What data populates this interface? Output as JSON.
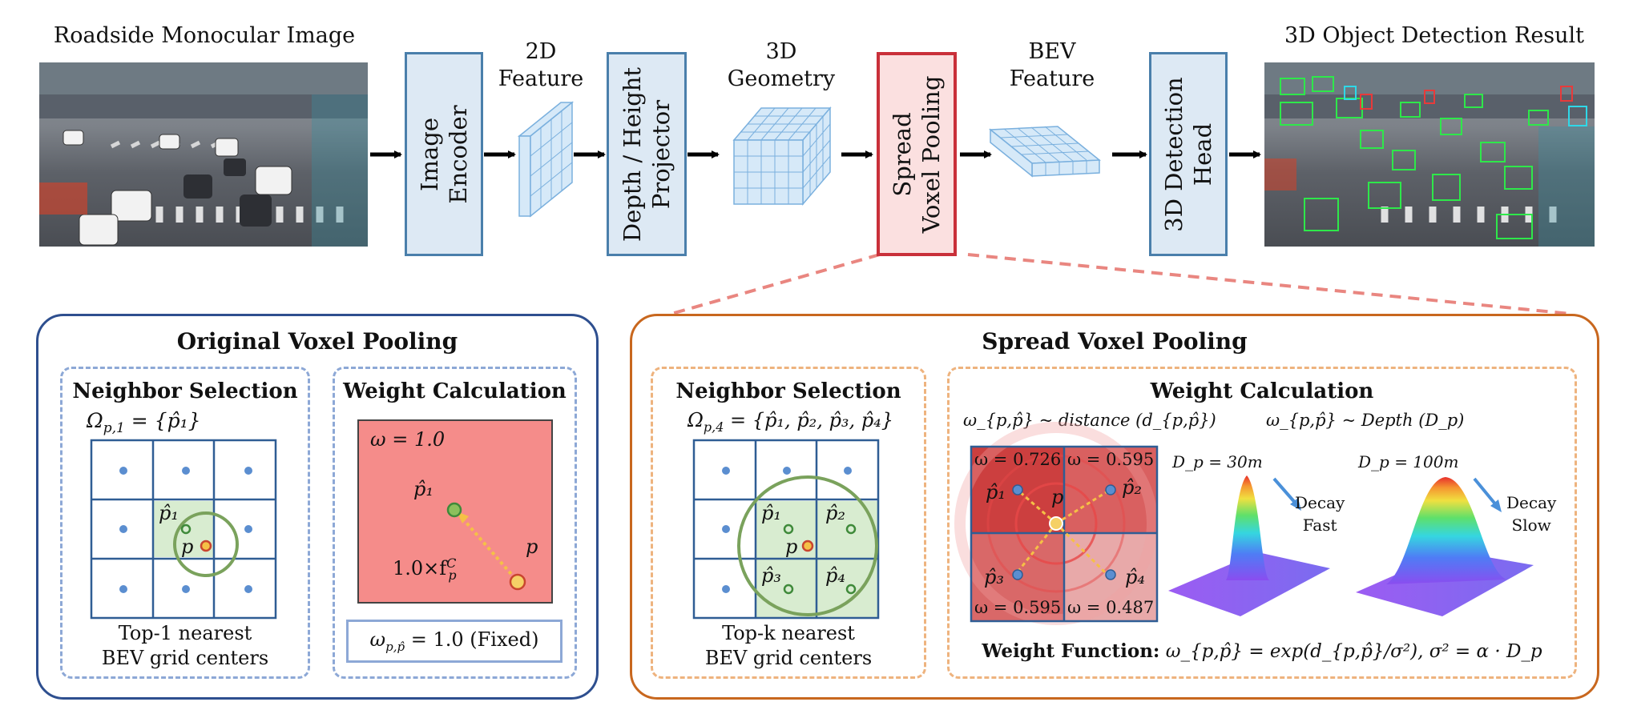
{
  "pipeline": {
    "input_title": "Roadside Monocular Image",
    "output_title": "3D Object Detection Result",
    "blocks": [
      {
        "label_line1": "Image",
        "label_line2": "Encoder"
      },
      {
        "label_line1": "Depth / Height",
        "label_line2": "Projector"
      },
      {
        "label_line1": "Spread",
        "label_line2": "Voxel Pooling"
      },
      {
        "label_line1": "3D Detection",
        "label_line2": "Head"
      }
    ],
    "features": [
      {
        "line1": "2D",
        "line2": "Feature"
      },
      {
        "line1": "3D",
        "line2": "Geometry"
      },
      {
        "line1": "BEV",
        "line2": "Feature"
      }
    ]
  },
  "original_panel": {
    "title": "Original Voxel Pooling",
    "neighbor": {
      "title": "Neighbor Selection",
      "set_formula": "Ω_{p,1} = {p̂₁}",
      "point_p": "p",
      "point_p1": "p̂₁",
      "caption_line1": "Top-1 nearest",
      "caption_line2": "BEV grid centers"
    },
    "weight": {
      "title": "Weight Calculation",
      "omega_text": "ω = 1.0",
      "point_p1": "p̂₁",
      "point_p": "p",
      "feature_text": "1.0×f",
      "feature_sup": "C",
      "feature_sub": "p",
      "fixed_formula": "ω",
      "fixed_sub": "p,p̂",
      "fixed_value": " = 1.0",
      "fixed_note": " (Fixed)"
    }
  },
  "spread_panel": {
    "title": "Spread Voxel Pooling",
    "neighbor": {
      "title": "Neighbor Selection",
      "set_formula": "Ω_{p,4} = {p̂₁, p̂₂, p̂₃, p̂₄}",
      "points": [
        "p̂₁",
        "p̂₂",
        "p̂₃",
        "p̂₄"
      ],
      "point_p": "p",
      "caption_line1": "Top-k nearest",
      "caption_line2": "BEV grid centers"
    },
    "weight": {
      "title": "Weight Calculation",
      "dist_label": "ω_{p,p̂} ~ distance (d_{p,p̂})",
      "depth_label": "ω_{p,p̂} ~ Depth (D_p)",
      "weights": [
        "ω = 0.726",
        "ω = 0.595",
        "ω = 0.595",
        "ω = 0.487"
      ],
      "points": [
        "p̂₁",
        "p̂₂",
        "p̂₃",
        "p̂₄"
      ],
      "point_p": "p",
      "dp_left": "D_p = 30m",
      "dp_right": "D_p = 100m",
      "decay_left_1": "Decay",
      "decay_left_2": "Fast",
      "decay_right_1": "Decay",
      "decay_right_2": "Slow",
      "function_label": "Weight Function:",
      "function_formula": "ω_{p,p̂} = exp(d_{p,p̂}/σ²),  σ² = α · D_p"
    }
  },
  "colors": {
    "block_blue": "#dde9f4",
    "block_border": "#4a7fab",
    "spread_red": "#c9303a",
    "panel_blue": "#2e4f8f",
    "panel_orange": "#c8671e",
    "dash_blue": "#8da8d6",
    "dash_orange": "#eeb37e",
    "grid_green": "#d8ecd0",
    "circle_green": "#6a9a4c",
    "arrow_yellow": "#f5c046"
  }
}
